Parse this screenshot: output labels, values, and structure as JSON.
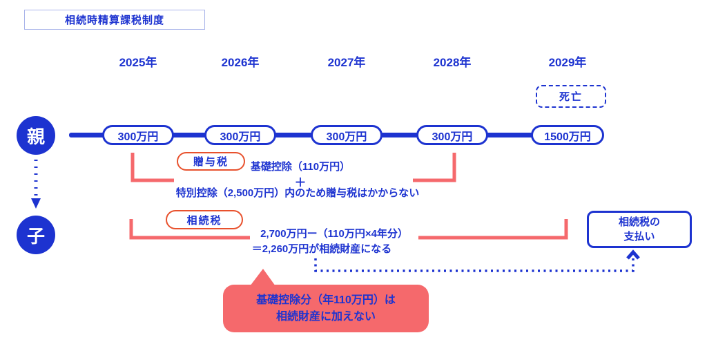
{
  "title": "相続時精算課税制度",
  "timeline": {
    "years": [
      "2025年",
      "2026年",
      "2027年",
      "2028年",
      "2029年"
    ],
    "death_label": "死亡",
    "parent_label": "親",
    "child_label": "子",
    "gifts": [
      "300万円",
      "300万円",
      "300万円",
      "300万円",
      "1500万円"
    ]
  },
  "gift_tax": {
    "label": "贈与税",
    "line1": "基礎控除（110万円）",
    "plus": "＋",
    "line2": "特別控除（2,500万円）内のため贈与税はかからない"
  },
  "inheritance_tax": {
    "label": "相続税",
    "calc_line1": "2,700万円ー（110万円×4年分）",
    "calc_line2": "＝2,260万円が相続財産になる",
    "payment_line1": "相続税の",
    "payment_line2": "支払い"
  },
  "callout": {
    "line1": "基礎控除分（年110万円）は",
    "line2": "相続財産に加えない"
  },
  "colors": {
    "blue": "#1d33d0",
    "salmon": "#f5696c",
    "orange": "#e8512d",
    "title_border": "#a9b4ea"
  }
}
